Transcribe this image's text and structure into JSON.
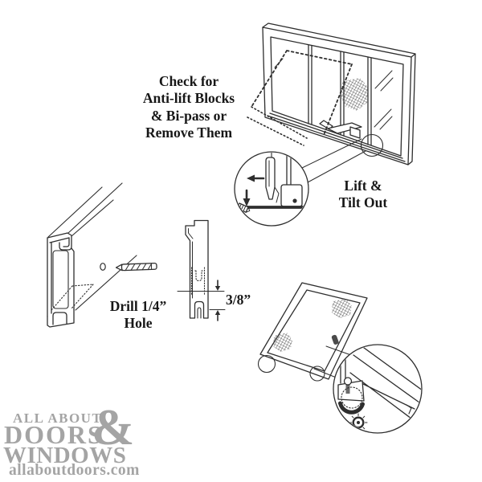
{
  "labels": {
    "check_instruction": "Check for\nAnti-lift Blocks\n& Bi-pass or\nRemove Them",
    "lift_tilt": "Lift &\nTilt Out",
    "drill_hole": "Drill 1/4”\nHole",
    "measurement_3_8": "3/8”"
  },
  "logo": {
    "line1": "ALL ABOUT",
    "line2": "DOORS",
    "ampersand": "&",
    "line3": "WINDOWS",
    "website": "allaboutdoors.com",
    "color": "#a4a4a4"
  },
  "art": {
    "line_color": "#2e2e2e"
  }
}
